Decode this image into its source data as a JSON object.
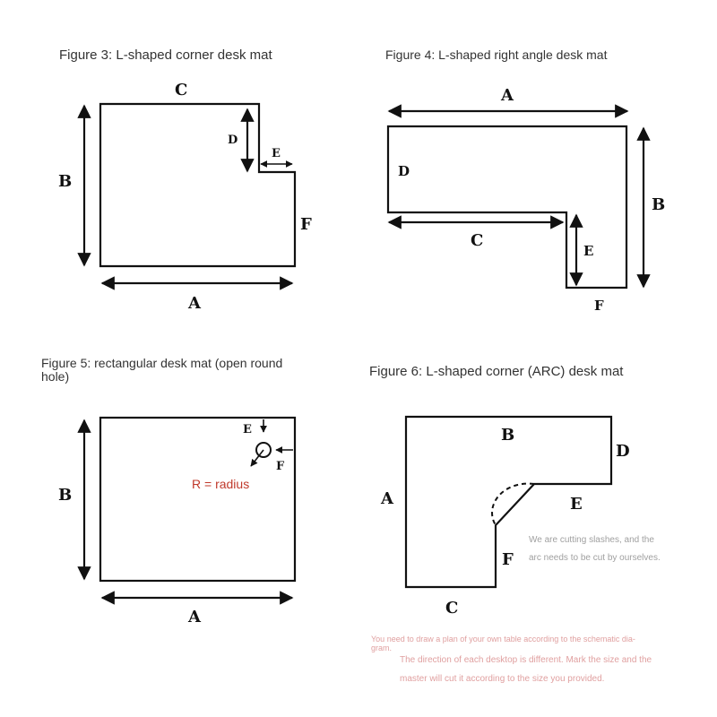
{
  "figures": {
    "fig3": {
      "title": "Figure 3: L-shaped corner desk mat",
      "labels": {
        "A": "A",
        "B": "B",
        "C": "C",
        "D": "D",
        "E": "E",
        "F": "F"
      }
    },
    "fig4": {
      "title": "Figure 4: L-shaped right angle desk mat",
      "labels": {
        "A": "A",
        "B": "B",
        "C": "C",
        "D": "D",
        "E": "E",
        "F": "F"
      }
    },
    "fig5": {
      "title_line1": "Figure 5: rectangular desk mat (open round",
      "title_line2": "hole)",
      "labels": {
        "A": "A",
        "B": "B",
        "E": "E",
        "F": "F"
      },
      "radius_label": "R = radius"
    },
    "fig6": {
      "title": "Figure 6: L-shaped corner (ARC) desk mat",
      "labels": {
        "A": "A",
        "B": "B",
        "C": "C",
        "D": "D",
        "E": "E",
        "F": "F"
      }
    }
  },
  "notes": {
    "arc_note_line1": "We are cutting slashes, and the",
    "arc_note_line2": "arc needs to be cut by ourselves.",
    "bottom_line1": "You need to draw a plan of your own table according to the schematic dia-",
    "bottom_line2": "gram.",
    "bottom_line3": "The direction of each desktop is different. Mark the size and the",
    "bottom_line4": "master will cut it according to the size you provided."
  },
  "colors": {
    "outline": "#111111",
    "radius_text": "#c0392b",
    "note_text": "#e0a0a0"
  }
}
